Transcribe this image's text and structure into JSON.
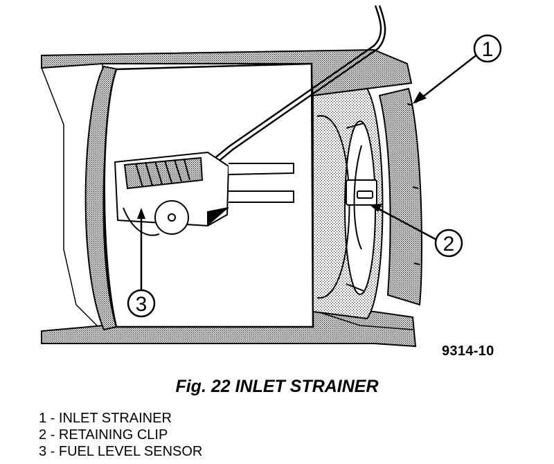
{
  "figure": {
    "code": "9314-10",
    "caption": "Fig. 22 INLET STRAINER"
  },
  "callouts": [
    {
      "number": "1",
      "label": "INLET STRAINER"
    },
    {
      "number": "2",
      "label": "RETAINING CLIP"
    },
    {
      "number": "3",
      "label": "FUEL LEVEL SENSOR"
    }
  ],
  "legend": [
    "1 - INLET STRAINER",
    "2 - RETAINING CLIP",
    "3 - FUEL LEVEL SENSOR"
  ]
}
